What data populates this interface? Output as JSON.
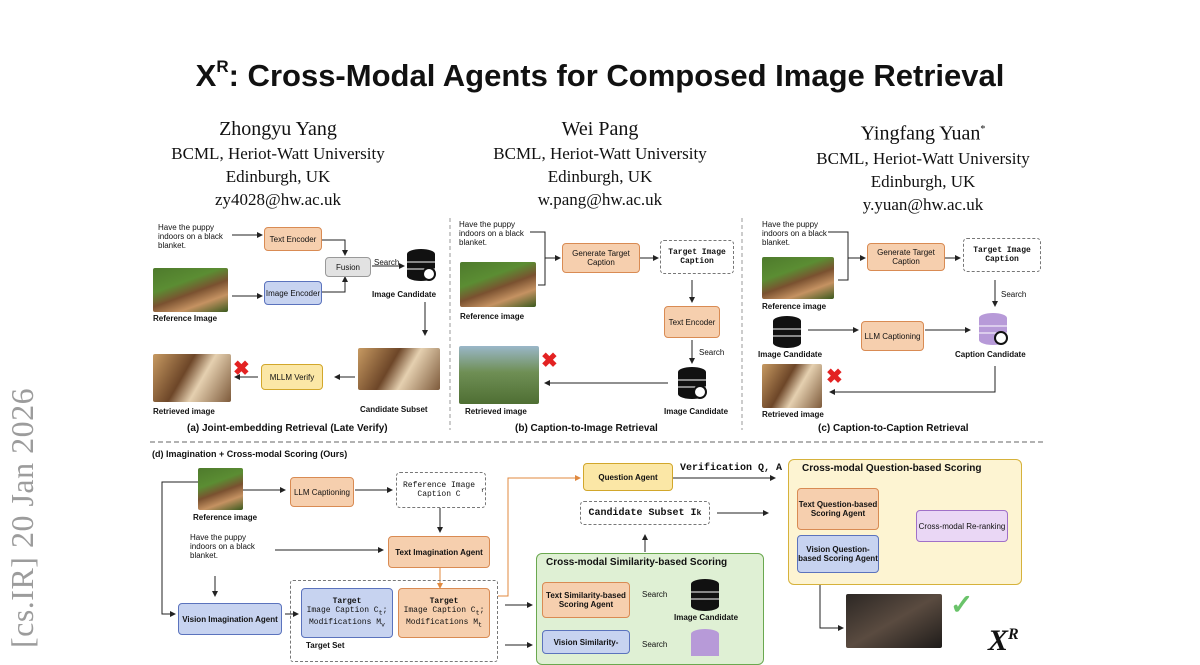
{
  "paper": {
    "title_main": "X",
    "title_sup": "R",
    "title_rest": ": Cross-Modal Agents for Composed Image Retrieval",
    "arxiv_stamp": "[cs.IR]  20 Jan 2026"
  },
  "authors": [
    {
      "name": "Zhongyu Yang",
      "affiliation": "BCML, Heriot-Watt University",
      "location": "Edinburgh, UK",
      "email": "zy4028@hw.ac.uk"
    },
    {
      "name": "Wei Pang",
      "affiliation": "BCML, Heriot-Watt University",
      "location": "Edinburgh, UK",
      "email": "w.pang@hw.ac.uk"
    },
    {
      "name": "Yingfang Yuan",
      "name_mark": "*",
      "affiliation": "BCML, Heriot-Watt University",
      "location": "Edinburgh, UK",
      "email": "y.yuan@hw.ac.uk"
    }
  ],
  "figure": {
    "query_text": "Have the puppy indoors on a black blanket.",
    "panel_a": {
      "caption": "(a) Joint-embedding Retrieval (Late Verify)",
      "text_encoder": "Text Encoder",
      "image_encoder": "Image Encoder",
      "fusion": "Fusion",
      "search": "Search",
      "image_candidate": "Image Candidate",
      "reference_image": "Reference Image",
      "mllm_verify": "MLLM Verify",
      "candidate_subset": "Candidate Subset",
      "retrieved_image": "Retrieved image"
    },
    "panel_b": {
      "caption": "(b) Caption-to-Image Retrieval",
      "generate": "Generate Target Caption",
      "target_caption": "Target Image Caption",
      "text_encoder": "Text Encoder",
      "search": "Search",
      "reference_image": "Reference image",
      "image_candidate": "Image Candidate",
      "retrieved_image": "Retrieved image"
    },
    "panel_c": {
      "caption": "(c) Caption-to-Caption Retrieval",
      "generate": "Generate Target Caption",
      "target_caption": "Target Image Caption",
      "search": "Search",
      "reference_image": "Reference image",
      "llm_captioning": "LLM Captioning",
      "image_candidate": "Image Candidate",
      "caption_candidate": "Caption Candidate",
      "retrieved_image": "Retrieved image"
    },
    "panel_d": {
      "caption": "(d) Imagination + Cross-modal Scoring (Ours)",
      "reference_image": "Reference image",
      "llm_captioning": "LLM Captioning",
      "ref_caption": "Reference Image Caption C",
      "ref_caption_sub": "r",
      "text_imagination": "Text Imagination Agent",
      "vision_imagination": "Vision Imagination Agent",
      "target_label": "Target",
      "target_line_v": "Image Caption C",
      "target_sub_v": "t",
      "mods_v": "Modifications M",
      "mods_sub_v": "v",
      "target_line_t": "Image Caption C",
      "target_sub_t": "t",
      "mods_t": "Modifications M",
      "mods_sub_t": "t",
      "target_set": "Target Set",
      "question_agent": "Question Agent",
      "verification": "Verification Q, A",
      "candidate_subset": "Candidate Subset I",
      "candidate_subset_sub": "k",
      "sim_panel_title": "Cross-modal Similarity-based Scoring",
      "text_sim_agent": "Text Similarity-based Scoring Agent",
      "vision_sim_agent": "Vision Similarity-",
      "search": "Search",
      "image_candidate": "Image Candidate",
      "q_panel_title": "Cross-modal Question-based Scoring",
      "text_q_agent": "Text Question-based Scoring Agent",
      "vision_q_agent": "Vision Question-based Scoring Agent",
      "reranking": "Cross-modal Re-ranking",
      "logo": "X",
      "logo_sup": "R"
    }
  }
}
